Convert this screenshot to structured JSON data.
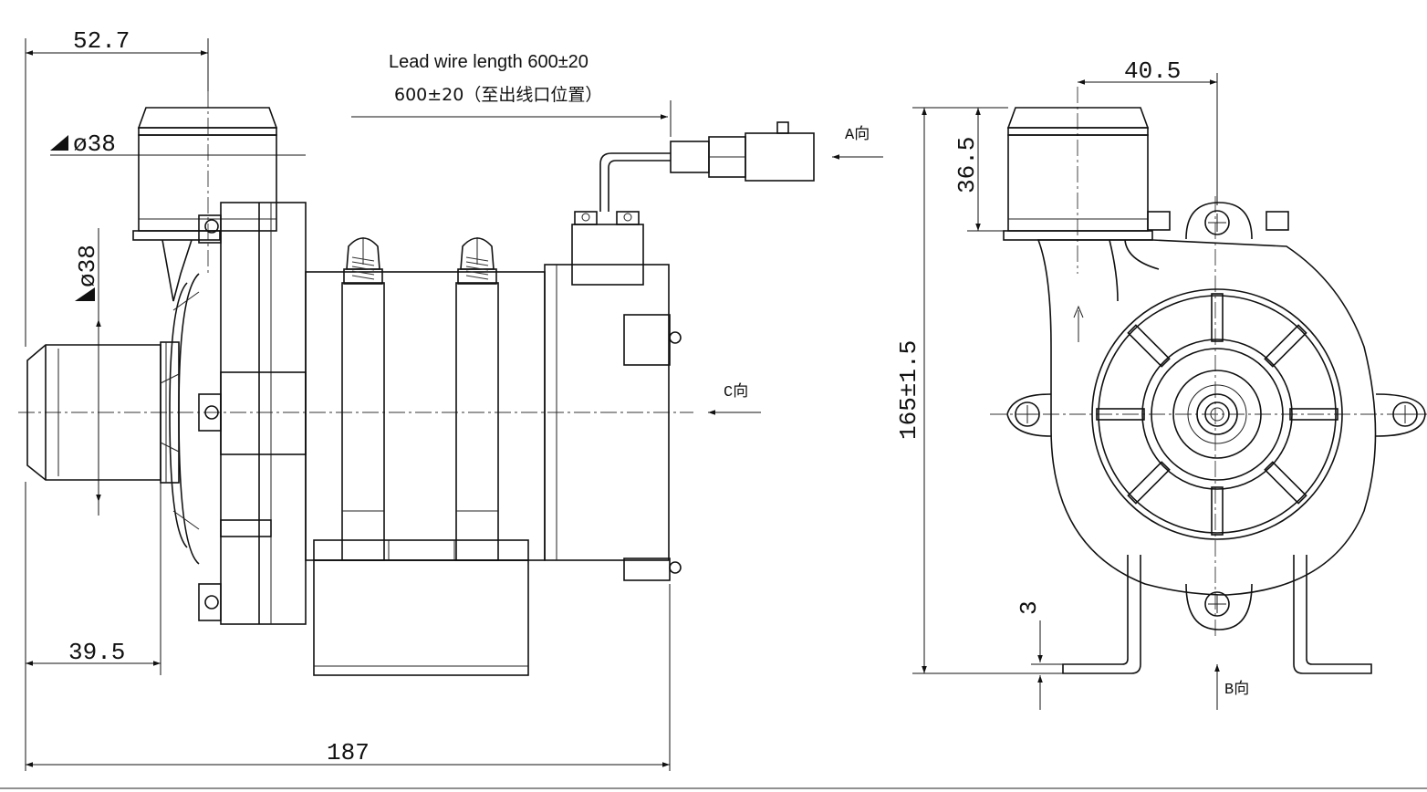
{
  "side_view": {
    "dim_top_left": "52.7",
    "dim_outlet_dia": "ø38",
    "dim_inlet_dia": "ø38",
    "dim_bottom_left": "39.5",
    "dim_total_length": "187",
    "lead_wire_en": "Lead wire length 600±20",
    "lead_wire_cn": "600±20（至出线口位置）",
    "view_a": "A向",
    "view_c": "C向"
  },
  "front_view": {
    "dim_top": "40.5",
    "dim_outlet_height": "36.5",
    "dim_total_height": "165±1.5",
    "dim_foot": "3",
    "view_b": "B向"
  }
}
